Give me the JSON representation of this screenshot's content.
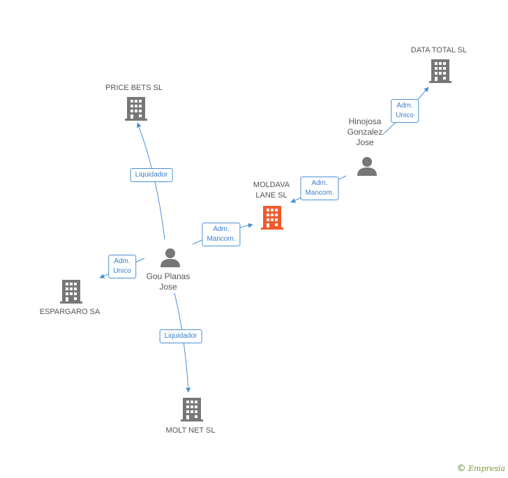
{
  "colors": {
    "company": "#777777",
    "company_highlight": "#f15a2b",
    "person": "#777777",
    "edge": "#4a8fd6",
    "label_text": "#555555"
  },
  "nodes": {
    "data_total": {
      "label": "DATA TOTAL SL",
      "type": "company"
    },
    "price_bets": {
      "label": "PRICE BETS SL",
      "type": "company"
    },
    "moldava_lane": {
      "label": "MOLDAVA LANE SL",
      "type": "company-highlight"
    },
    "espargaro": {
      "label": "ESPARGARO SA",
      "type": "company"
    },
    "molt_net": {
      "label": "MOLT NET SL",
      "type": "company"
    },
    "hinojosa": {
      "label": "Hinojosa Gonzalez Jose",
      "type": "person"
    },
    "gou_planas": {
      "label": "Gou Planas Jose",
      "type": "person"
    }
  },
  "edges": [
    {
      "from": "hinojosa",
      "to": "data_total",
      "label_line1": "Adm.",
      "label_line2": "Unico"
    },
    {
      "from": "hinojosa",
      "to": "moldava_lane",
      "label_line1": "Adm.",
      "label_line2": "Mancom."
    },
    {
      "from": "gou_planas",
      "to": "moldava_lane",
      "label_line1": "Adm.",
      "label_line2": "Mancom."
    },
    {
      "from": "gou_planas",
      "to": "price_bets",
      "label_line1": "Liquidador",
      "label_line2": ""
    },
    {
      "from": "gou_planas",
      "to": "espargaro",
      "label_line1": "Adm.",
      "label_line2": "Unico"
    },
    {
      "from": "gou_planas",
      "to": "molt_net",
      "label_line1": "Liquidador",
      "label_line2": ""
    }
  ],
  "brand": {
    "symbol": "©",
    "name": "Empresia"
  }
}
